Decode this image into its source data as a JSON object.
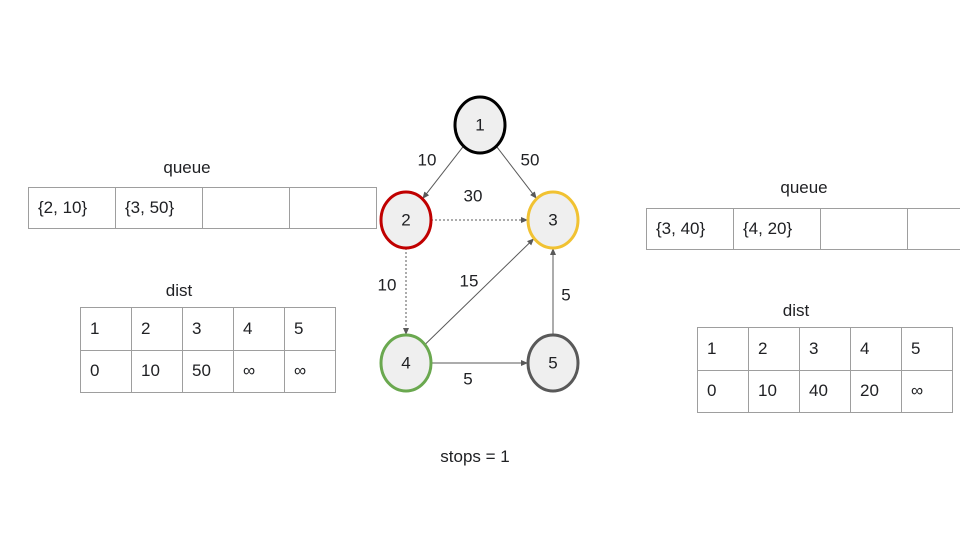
{
  "left": {
    "queue_title": "queue",
    "queue": [
      "{2, 10}",
      "{3, 50}",
      "",
      ""
    ],
    "dist_title": "dist",
    "dist_header": [
      "1",
      "2",
      "3",
      "4",
      "5"
    ],
    "dist_values": [
      "0",
      "10",
      "50",
      "∞",
      "∞"
    ]
  },
  "right": {
    "queue_title": "queue",
    "queue": [
      "{3, 40}",
      "{4, 20}",
      "",
      ""
    ],
    "dist_title": "dist",
    "dist_header": [
      "1",
      "2",
      "3",
      "4",
      "5"
    ],
    "dist_values": [
      "0",
      "10",
      "40",
      "20",
      "∞"
    ]
  },
  "graph": {
    "nodes": [
      {
        "id": "1",
        "label": "1",
        "color": "#000000"
      },
      {
        "id": "2",
        "label": "2",
        "color": "#c00000"
      },
      {
        "id": "3",
        "label": "3",
        "color": "#f1c232"
      },
      {
        "id": "4",
        "label": "4",
        "color": "#6aa84f"
      },
      {
        "id": "5",
        "label": "5",
        "color": "#595959"
      }
    ],
    "node_fill": "#efefef",
    "edges": [
      {
        "from": "1",
        "to": "2",
        "weight": "10",
        "style": "solid"
      },
      {
        "from": "1",
        "to": "3",
        "weight": "50",
        "style": "solid"
      },
      {
        "from": "2",
        "to": "3",
        "weight": "30",
        "style": "dotted"
      },
      {
        "from": "2",
        "to": "4",
        "weight": "10",
        "style": "dotted"
      },
      {
        "from": "4",
        "to": "3",
        "weight": "15",
        "style": "solid"
      },
      {
        "from": "4",
        "to": "5",
        "weight": "5",
        "style": "solid"
      },
      {
        "from": "5",
        "to": "3",
        "weight": "5",
        "style": "solid"
      }
    ]
  },
  "stops_label": "stops = 1"
}
